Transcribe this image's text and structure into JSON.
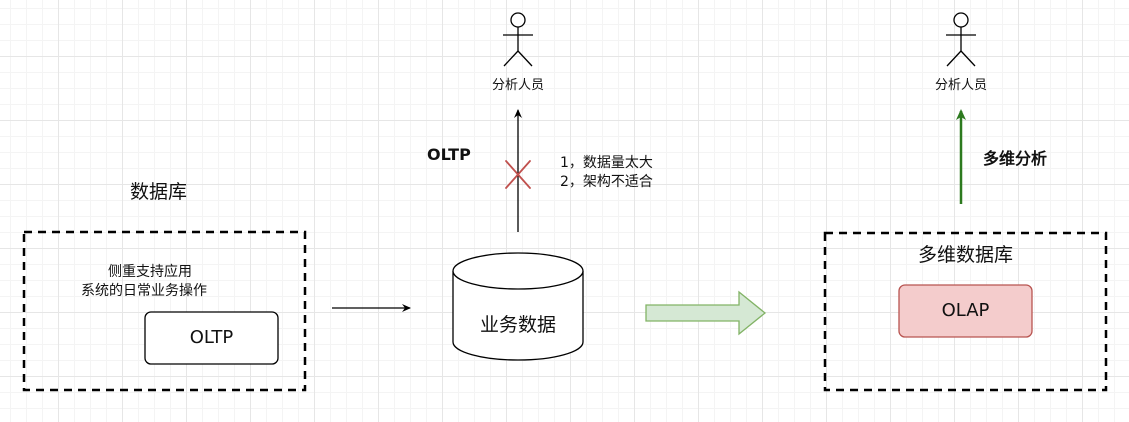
{
  "database_left": {
    "heading": "数据库",
    "desc_line1": "侧重支持应用",
    "desc_line2": "系统的日常业务操作",
    "oltp_box_label": "OLTP"
  },
  "business_db": {
    "label": "业务数据"
  },
  "middle_path": {
    "analyst_label": "分析人员",
    "oltp_label": "OLTP",
    "reason_1": "1，数据量太大",
    "reason_2": "2，架构不适合"
  },
  "multidim_db": {
    "heading": "多维数据库",
    "olap_box_label": "OLAP"
  },
  "right_path": {
    "analyst_label": "分析人员",
    "arrow_label": "多维分析"
  },
  "colors": {
    "green_arrow": "#2d7a1f",
    "cross": "#c0504d",
    "olap_fill": "#f4cccc",
    "olap_stroke": "#b85450",
    "fat_arrow_fill": "#d5e8d4",
    "fat_arrow_stroke": "#82b366"
  }
}
